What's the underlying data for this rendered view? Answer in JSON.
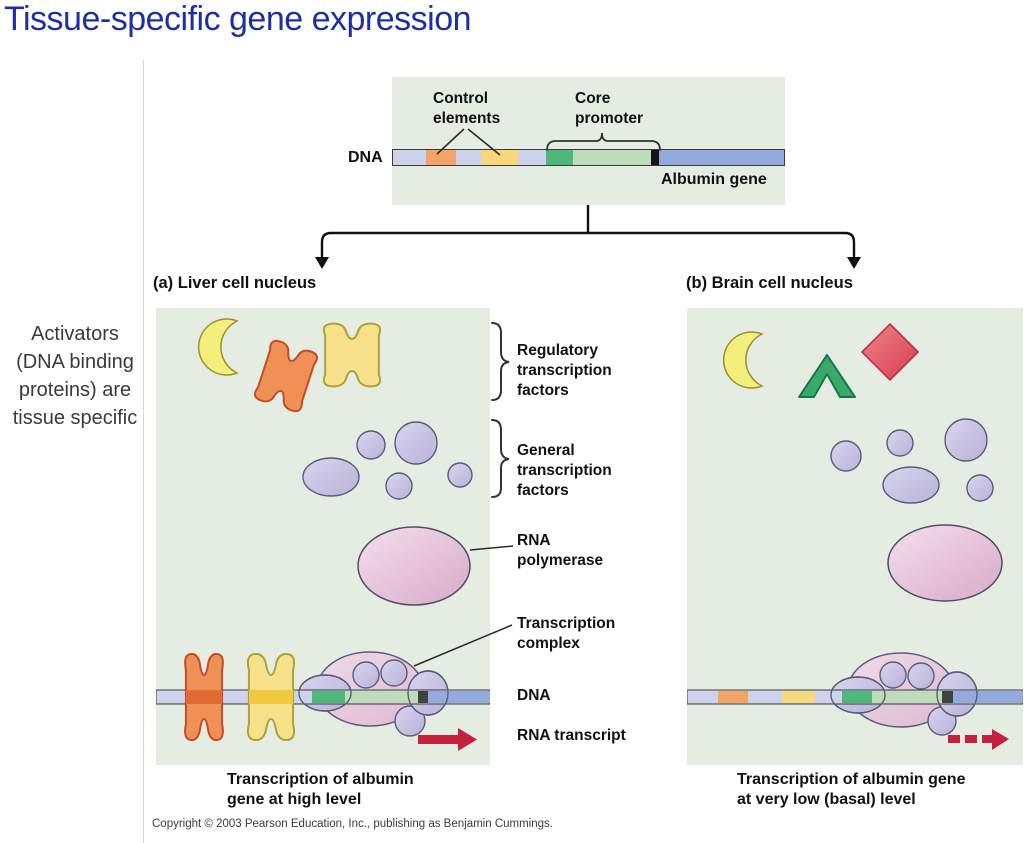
{
  "title": "Tissue-specific gene expression",
  "side_note": "Activators\n(DNA binding\nproteins) are\ntissue specific",
  "top_diagram": {
    "dna_label": "DNA",
    "control_elements_label": "Control\nelements",
    "core_promoter_label": "Core\npromoter",
    "albumin_gene_label": "Albumin gene"
  },
  "panels": {
    "a": {
      "heading": "(a) Liver cell nucleus",
      "caption": "Transcription of albumin\ngene at high level"
    },
    "b": {
      "heading": "(b) Brain cell nucleus",
      "caption": "Transcription of albumin gene\nat very low (basal) level"
    }
  },
  "labels": {
    "regulatory_tf": "Regulatory\ntranscription\nfactors",
    "general_tf": "General\ntranscription\nfactors",
    "rna_polymerase": "RNA\npolymerase",
    "transcription_complex": "Transcription\ncomplex",
    "dna": "DNA",
    "rna_transcript": "RNA transcript"
  },
  "copyright": "Copyright © 2003 Pearson Education, Inc., publishing as Benjamin Cummings.",
  "colors": {
    "title_blue": "#1c2fa6",
    "note_gray": "#3a3a3a",
    "label_black": "#111111",
    "panel_bg": "#e5ede3",
    "dna_backbone": "#ccd3ea",
    "control_orange": "#f2a567",
    "control_yellow": "#f8d87c",
    "promoter_green": "#4db87a",
    "promoter_pale": "#bedcba",
    "start_site": "#151515",
    "gene_blue": "#92aadc",
    "crescent_yellow": "#f4ef7d",
    "activator_orange": "#ef9157",
    "activator_orange_band": "#e06a33",
    "activator_yellow": "#f6e08a",
    "activator_yellow_band": "#f0c93e",
    "chevron_green": "#3ba96b",
    "diamond_red": "#ea5a60",
    "gtf_lavender": "#c8c3e3",
    "polymerase_pink": "#eed7e7",
    "arrow_red": "#c5203c"
  }
}
